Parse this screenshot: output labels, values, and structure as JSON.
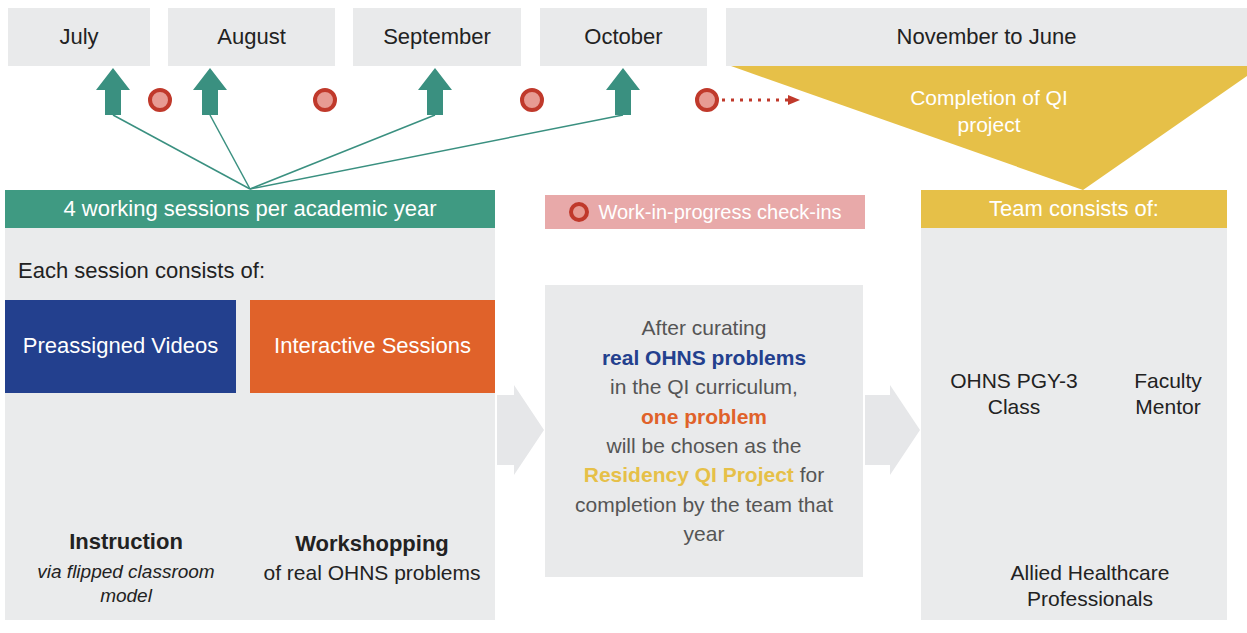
{
  "diagram": {
    "nodes": [
      {
        "text": [
          "July"
        ]
      },
      {
        "text": [
          "August"
        ]
      },
      {
        "text": [
          "September"
        ]
      },
      {
        "text": [
          "October"
        ]
      },
      {
        "text": [
          "November to June"
        ]
      },
      {
        "text": [
          "Completion of QI project"
        ]
      },
      {
        "text": [
          "4 working sessions per academic year",
          "Each session consists of:"
        ]
      },
      {
        "text": [
          "Preassigned Videos"
        ],
        "in": 6
      },
      {
        "text": [
          "Interactive Sessions"
        ],
        "in": 6
      },
      {
        "text": [
          "After curating",
          "real OHNS problems",
          "in the QI curriculum,",
          "one problem",
          "will be chosen as the",
          "Residency QI Project",
          "for completion by the team that year"
        ]
      },
      {
        "text": [
          "Team consists of:"
        ]
      }
    ],
    "edges": [
      {
        "from": 6,
        "to": 0,
        "arrow": "to"
      },
      {
        "from": 6,
        "to": 1,
        "arrow": "to"
      },
      {
        "from": 6,
        "to": 2,
        "arrow": "to"
      },
      {
        "from": 6,
        "to": 3,
        "arrow": "to"
      },
      {
        "from": 6,
        "to": 9,
        "arrow": "to"
      },
      {
        "from": 9,
        "to": 10,
        "arrow": "to"
      }
    ],
    "labels": [
      "Instruction",
      "via flipped classroom model",
      "Workshopping",
      "of real OHNS problems",
      "OHNS PGY-3 Class",
      "Faculty Mentor",
      "Allied Healthcare Professionals"
    ],
    "legend": [
      {
        "text": "Work-in-progress check-ins"
      }
    ]
  }
}
